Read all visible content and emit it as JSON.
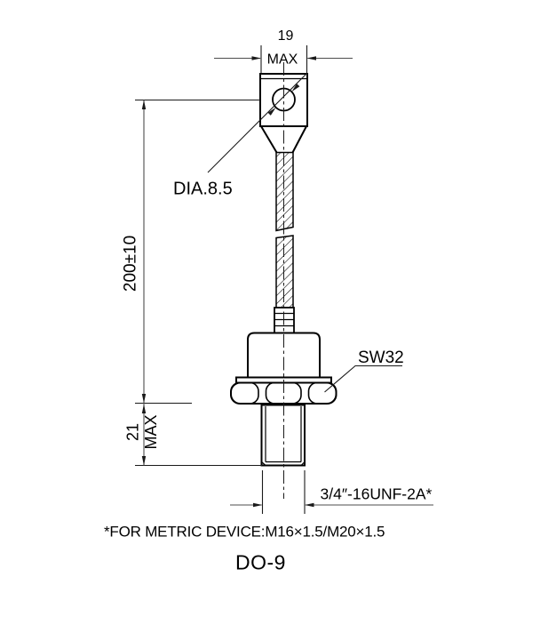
{
  "title": "DO-9",
  "note": "*FOR METRIC DEVICE:M16×1.5/M20×1.5",
  "dimensions": {
    "tab_width_value": "19",
    "tab_width_qualifier": "MAX",
    "hole_diameter": "DIA.8.5",
    "overall_length": "200±10",
    "stud_length_value": "21",
    "stud_length_qualifier": "MAX",
    "hex_wrench_size": "SW32",
    "thread_spec": "3/4″-16UNF-2A*"
  },
  "colors": {
    "line": "#000000",
    "background": "#ffffff"
  }
}
